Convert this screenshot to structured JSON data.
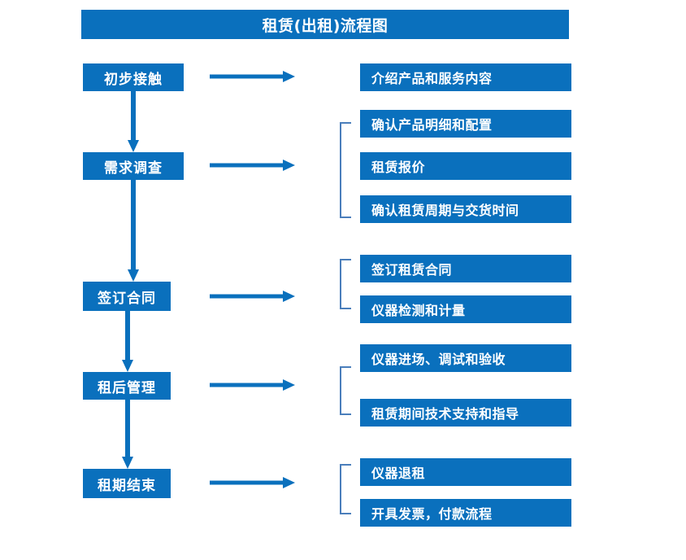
{
  "title": "租赁(出租)流程图",
  "colors": {
    "box_fill": "#0a70bd",
    "box_text": "#ffffff",
    "arrow": "#0a70bd",
    "bracket": "#4a7ebb",
    "background": "#ffffff"
  },
  "stages": [
    {
      "label": "初步接触"
    },
    {
      "label": "需求调查"
    },
    {
      "label": "签订合同"
    },
    {
      "label": "租后管理"
    },
    {
      "label": "租期结束"
    }
  ],
  "groups": [
    {
      "has_bracket": false,
      "items": [
        {
          "label": "介绍产品和服务内容"
        }
      ]
    },
    {
      "has_bracket": true,
      "items": [
        {
          "label": "确认产品明细和配置"
        },
        {
          "label": "租赁报价"
        },
        {
          "label": "确认租赁周期与交货时间"
        }
      ]
    },
    {
      "has_bracket": true,
      "items": [
        {
          "label": "签订租赁合同"
        },
        {
          "label": "仪器检测和计量"
        }
      ]
    },
    {
      "has_bracket": true,
      "items": [
        {
          "label": "仪器进场、调试和验收"
        },
        {
          "label": "租赁期间技术支持和指导"
        }
      ]
    },
    {
      "has_bracket": true,
      "items": [
        {
          "label": "仪器退租"
        },
        {
          "label": "开具发票，付款流程"
        }
      ]
    }
  ],
  "connectors": {
    "horizontal_arrow_count": 5,
    "vertical_arrow_count": 4,
    "arrow_direction_horizontal": "right",
    "arrow_direction_vertical": "down"
  }
}
